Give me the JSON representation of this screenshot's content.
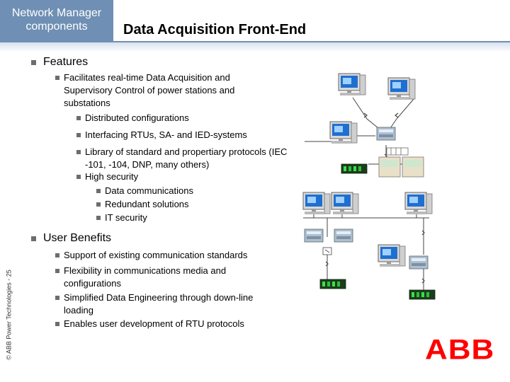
{
  "header": {
    "section_line1": "Network Manager",
    "section_line2": "components",
    "title": "Data Acquisition Front-End"
  },
  "features": {
    "heading": "Features",
    "item1": "Facilitates real-time Data Acquisition and Supervisory Control of power stations and substations",
    "item1_sub": "Distributed configurations",
    "item2": "Interfacing RTUs, SA- and IED-systems",
    "item3": "Library of standard and propertiary protocols (IEC -101, -104, DNP, many others)",
    "item4": "High security",
    "item4_subs": [
      "Data communications",
      "Redundant solutions",
      "IT security"
    ]
  },
  "benefits": {
    "heading": "User Benefits",
    "items": [
      "Support of existing communication standards",
      "Flexibility in communications media and configurations",
      "Simplified Data Engineering through down-line loading",
      "Enables user development of RTU  protocols"
    ]
  },
  "footer": {
    "copyright": "© ABB Power Technologies - 25"
  },
  "logo": {
    "text": "ABB",
    "color": "#ff0000"
  },
  "colors": {
    "header_bg": "#6f8fb4",
    "bullet": "#6d6d6d"
  }
}
